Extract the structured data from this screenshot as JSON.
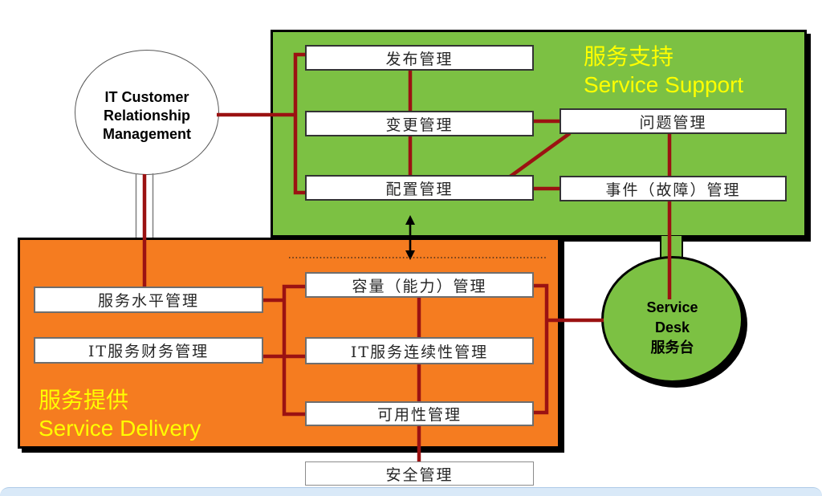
{
  "crm": {
    "line1": "IT Customer",
    "line2": "Relationship",
    "line3": "Management"
  },
  "support": {
    "title_zh": "服务支持",
    "title_en": "Service Support",
    "release": "发布管理",
    "change": "变更管理",
    "config": "配置管理",
    "problem": "问题管理",
    "incident": "事件（故障）管理"
  },
  "delivery": {
    "title_zh": "服务提供",
    "title_en": "Service Delivery",
    "service_level": "服务水平管理",
    "finance": "IT服务财务管理",
    "capacity": "容量（能力）管理",
    "continuity": "IT服务连续性管理",
    "availability": "可用性管理"
  },
  "service_desk": {
    "line1": "Service",
    "line2": "Desk",
    "line3": "服务台"
  },
  "security": {
    "label": "安全管理"
  },
  "colors": {
    "support_green": "#7CC143",
    "delivery_orange": "#F57C20",
    "connector_red": "#9B1212",
    "title_yellow": "#FFFF00"
  }
}
